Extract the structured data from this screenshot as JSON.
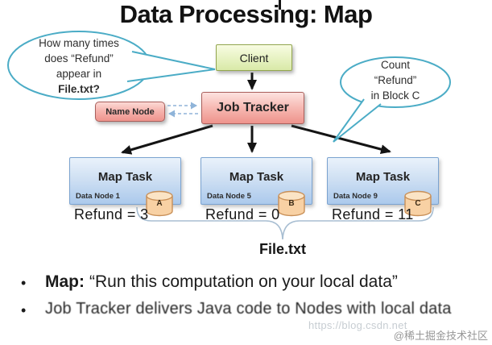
{
  "title": "Data Processing: Map",
  "diagram": {
    "left_callout": {
      "lines": [
        "How many times",
        "does “Refund”",
        "appear in",
        "File.txt?"
      ]
    },
    "right_callout": {
      "lines": [
        "Count",
        "“Refund”",
        "in Block C"
      ]
    },
    "client_label": "Client",
    "job_tracker_label": "Job Tracker",
    "name_node_label": "Name Node",
    "map_tasks": [
      {
        "title": "Map Task",
        "node": "Data Node 1",
        "block": "A",
        "result": "Refund = 3"
      },
      {
        "title": "Map Task",
        "node": "Data Node 5",
        "block": "B",
        "result": "Refund = 0"
      },
      {
        "title": "Map Task",
        "node": "Data Node 9",
        "block": "C",
        "result": "Refund = 11"
      }
    ],
    "file_label": "File.txt"
  },
  "bullets": [
    {
      "lead": "Map:",
      "text": "“Run this computation on your local data”"
    },
    {
      "lead": "",
      "text": "Job Tracker delivers Java code to Nodes with local data"
    }
  ],
  "watermarks": {
    "url": "https://blog.csdn.net",
    "badge": "@稀土掘金技术社区"
  },
  "colors": {
    "callout_border": "#4bacc6",
    "arrow": "#141414",
    "dashed_arrow": "#8fb4d9",
    "brace": "#a8bed2",
    "client_fill": "#e7f2c2",
    "client_border": "#93a64f",
    "tracker_fill": "#f7bcb6",
    "tracker_border": "#a95f5b",
    "map_fill": "#cfe0f3",
    "map_border": "#7ba3d0",
    "cylinder_fill": "#f8d1a4",
    "cylinder_border": "#c88f57"
  }
}
